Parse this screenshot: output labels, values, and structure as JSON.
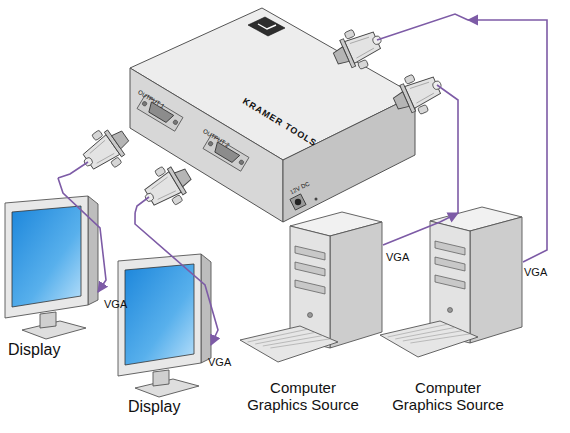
{
  "diagram": {
    "nodes": [
      {
        "text": [
          "KRAMER TOOLS",
          "OUTPUT 1",
          "OUTPUT 2",
          "12V DC"
        ]
      },
      {
        "text": [
          "Display"
        ]
      },
      {
        "text": [
          "Display"
        ]
      },
      {
        "text": [
          "Computer Graphics Source"
        ]
      },
      {
        "text": [
          "Computer Graphics Source"
        ]
      }
    ],
    "edges": [
      {
        "from": 0,
        "to": 1,
        "arrow": "to",
        "label": "VGA"
      },
      {
        "from": 0,
        "to": 2,
        "arrow": "to",
        "label": "VGA"
      },
      {
        "from": 3,
        "to": 0,
        "arrow": "to",
        "label": "VGA"
      },
      {
        "from": 4,
        "to": 0,
        "arrow": "to",
        "label": "VGA"
      }
    ]
  }
}
